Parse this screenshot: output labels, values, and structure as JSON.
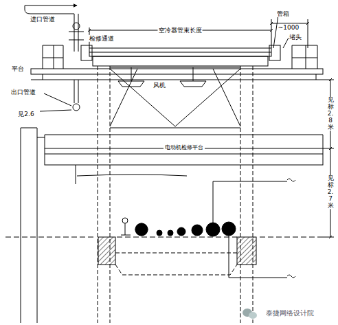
{
  "diagram": {
    "nodes": [
      {
        "text": [
          "电动机检修平台"
        ]
      }
    ],
    "labels": [
      "进口管道",
      "空冷器管束长度",
      "管箱",
      "~1000",
      "堵头",
      "检修通道",
      "平台",
      "风机",
      "出口管道",
      "见2.6",
      "见标2.8米",
      "见标2.7米",
      "泰捷网络设计院"
    ]
  }
}
